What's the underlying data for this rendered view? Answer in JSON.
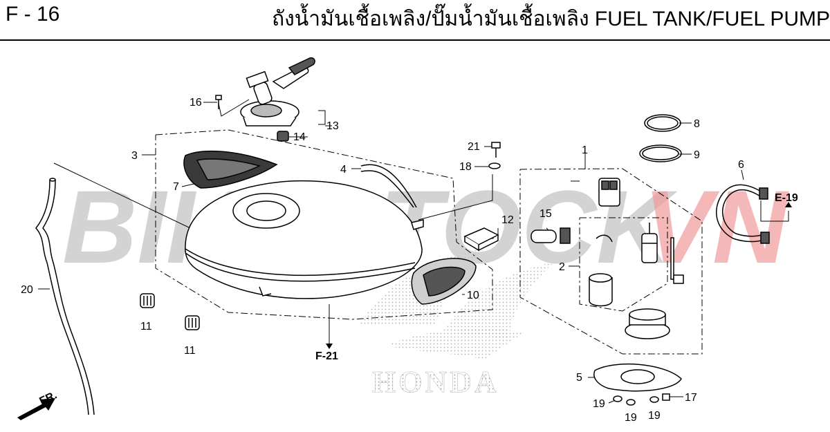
{
  "header": {
    "page_code": "F - 16",
    "title": "ถังน้ำมันเชื้อเพลิง/ปั๊มน้ำมันเชื้อเพลิง  FUEL TANK/FUEL PUMP"
  },
  "watermark": {
    "text_a": "BIKESTOCK",
    "text_b": "VN",
    "color_a": "#bdbdbd",
    "color_b": "#f2a0a0",
    "logo_text": "HONDA"
  },
  "refs": {
    "e19": "E-19",
    "f21": "F-21",
    "direction": "FR."
  },
  "callouts": [
    {
      "id": "c-1",
      "label": "1"
    },
    {
      "id": "c-2",
      "label": "2"
    },
    {
      "id": "c-3",
      "label": "3"
    },
    {
      "id": "c-4",
      "label": "4"
    },
    {
      "id": "c-5",
      "label": "5"
    },
    {
      "id": "c-6",
      "label": "6"
    },
    {
      "id": "c-7",
      "label": "7"
    },
    {
      "id": "c-8",
      "label": "8"
    },
    {
      "id": "c-9",
      "label": "9"
    },
    {
      "id": "c-10",
      "label": "10"
    },
    {
      "id": "c-11a",
      "label": "11"
    },
    {
      "id": "c-11b",
      "label": "11"
    },
    {
      "id": "c-12",
      "label": "12"
    },
    {
      "id": "c-13",
      "label": "13"
    },
    {
      "id": "c-14",
      "label": "14"
    },
    {
      "id": "c-15",
      "label": "15"
    },
    {
      "id": "c-16",
      "label": "16"
    },
    {
      "id": "c-17",
      "label": "17"
    },
    {
      "id": "c-18",
      "label": "18"
    },
    {
      "id": "c-19a",
      "label": "19"
    },
    {
      "id": "c-19b",
      "label": "19"
    },
    {
      "id": "c-19c",
      "label": "19"
    },
    {
      "id": "c-20",
      "label": "20"
    },
    {
      "id": "c-21",
      "label": "21"
    }
  ]
}
